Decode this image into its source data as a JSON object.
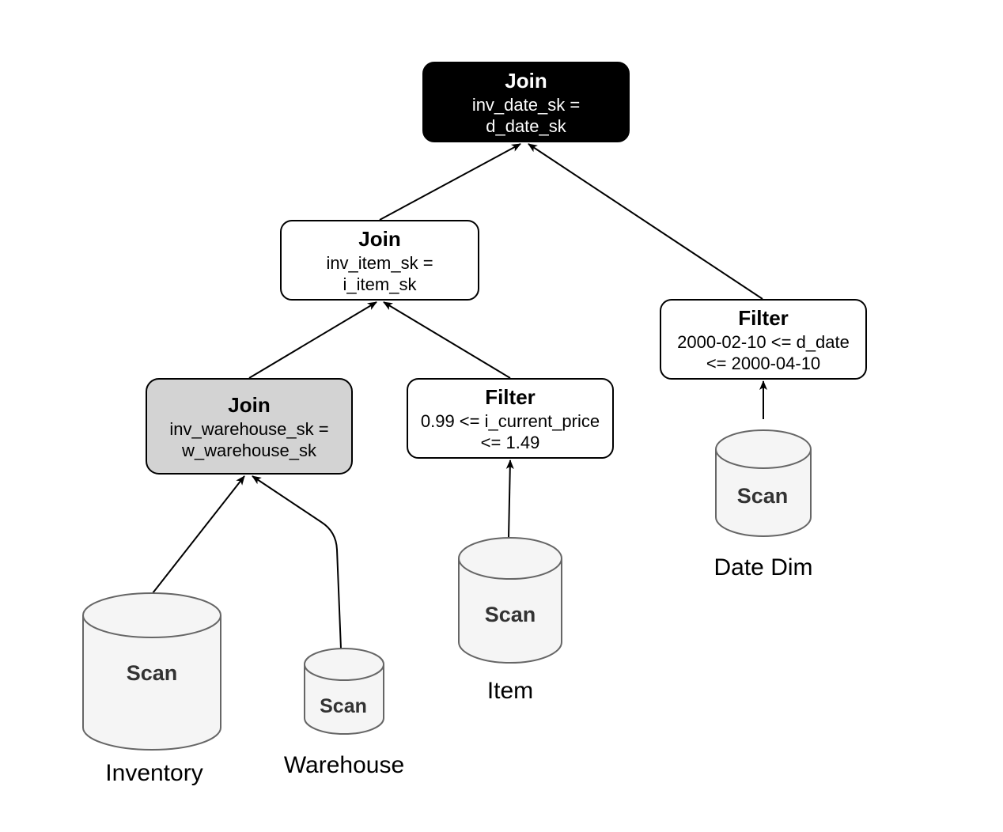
{
  "colors": {
    "root_fill": "#000000",
    "root_text": "#ffffff",
    "node_fill": "#ffffff",
    "highlight_fill": "#d3d3d3",
    "cylinder_fill": "#f5f5f5",
    "cylinder_stroke": "#666666",
    "edge": "#000000"
  },
  "nodes": {
    "root_join": {
      "title": "Join",
      "line1": "inv_date_sk =",
      "line2": "d_date_sk"
    },
    "item_join": {
      "title": "Join",
      "line1": "inv_item_sk =",
      "line2": "i_item_sk"
    },
    "warehouse_join": {
      "title": "Join",
      "line1": "inv_warehouse_sk =",
      "line2": "w_warehouse_sk"
    },
    "item_filter": {
      "title": "Filter",
      "line1": "0.99 <= i_current_price",
      "line2": "<= 1.49"
    },
    "date_filter": {
      "title": "Filter",
      "line1": "2000-02-10 <= d_date",
      "line2": "<= 2000-04-10"
    }
  },
  "scans": {
    "inventory": {
      "label": "Scan",
      "table": "Inventory"
    },
    "warehouse": {
      "label": "Scan",
      "table": "Warehouse"
    },
    "item": {
      "label": "Scan",
      "table": "Item"
    },
    "date_dim": {
      "label": "Scan",
      "table": "Date Dim"
    }
  }
}
